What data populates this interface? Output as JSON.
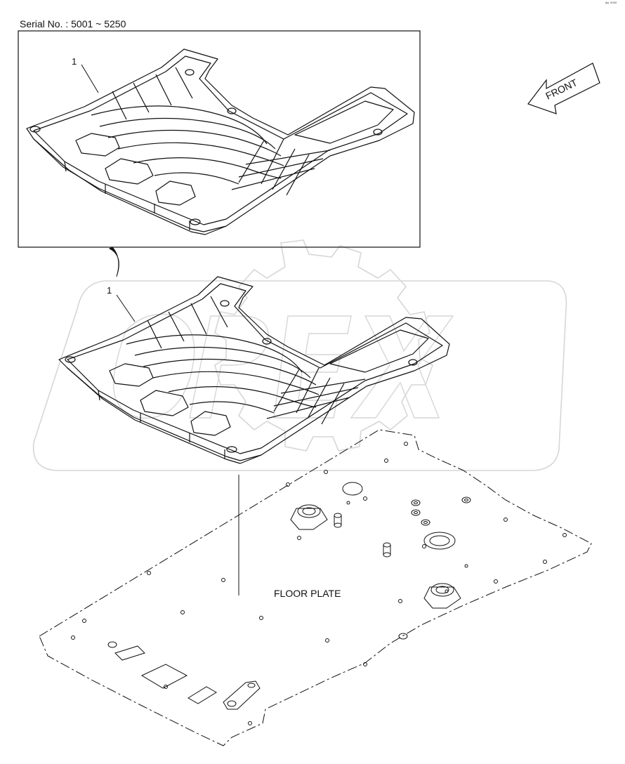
{
  "serial_note": "Serial No.  : 5001 ~ 5250",
  "corner_code": "ᵈʷ ⁰⁰⁰⁰",
  "front_arrow_label": "FRONT",
  "callouts": {
    "detail": "1",
    "main": "1"
  },
  "floor_plate_label": "FLOOR PLATE",
  "watermark_text": "OPEX",
  "colors": {
    "line": "#111111",
    "watermark": "#d9d9d9",
    "background": "#ffffff"
  }
}
